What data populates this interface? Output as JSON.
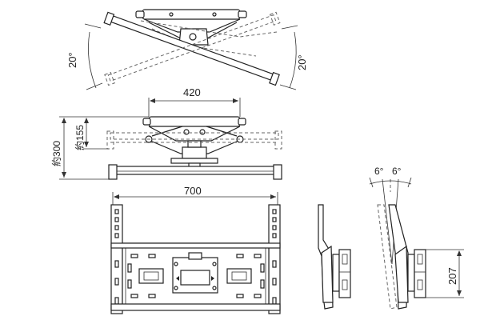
{
  "top_view": {
    "angle_left": "20°",
    "angle_right": "20°"
  },
  "side_view": {
    "width": "420",
    "height_total": "約300",
    "height_inner": "約155"
  },
  "front_view": {
    "width": "700"
  },
  "tilt_view": {
    "tilt_forward": "6°",
    "tilt_back": "6°",
    "height": "207"
  }
}
